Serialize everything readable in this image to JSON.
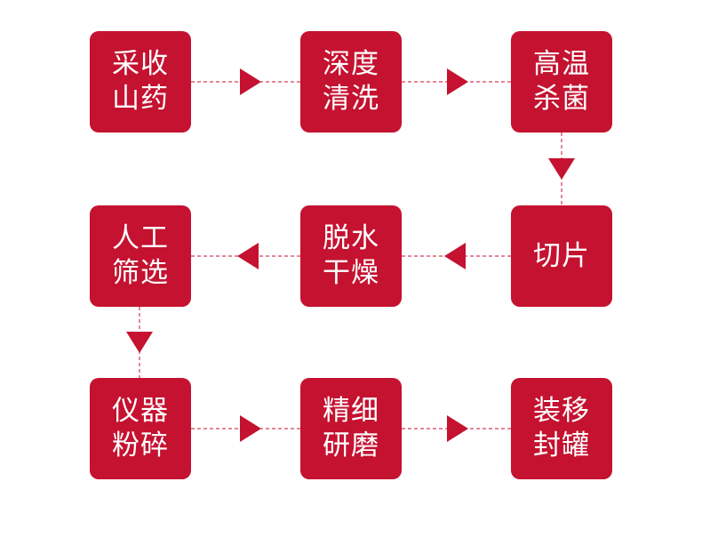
{
  "diagram": {
    "colors": {
      "box": "#c41230",
      "text": "#ffffff",
      "connector": "#c41230"
    },
    "steps": [
      {
        "id": "s1",
        "label": "采收山药"
      },
      {
        "id": "s2",
        "label": "深度清洗"
      },
      {
        "id": "s3",
        "label": "高温杀菌"
      },
      {
        "id": "s4",
        "label": "切片"
      },
      {
        "id": "s5",
        "label": "脱水干燥"
      },
      {
        "id": "s6",
        "label": "人工筛选"
      },
      {
        "id": "s7",
        "label": "仪器粉碎"
      },
      {
        "id": "s8",
        "label": "精细研磨"
      },
      {
        "id": "s9",
        "label": "装移封罐"
      }
    ],
    "arrows": [
      {
        "from": "s1",
        "to": "s2"
      },
      {
        "from": "s2",
        "to": "s3"
      },
      {
        "from": "s3",
        "to": "s4"
      },
      {
        "from": "s4",
        "to": "s5"
      },
      {
        "from": "s5",
        "to": "s6"
      },
      {
        "from": "s6",
        "to": "s7"
      },
      {
        "from": "s7",
        "to": "s8"
      },
      {
        "from": "s8",
        "to": "s9"
      }
    ]
  }
}
